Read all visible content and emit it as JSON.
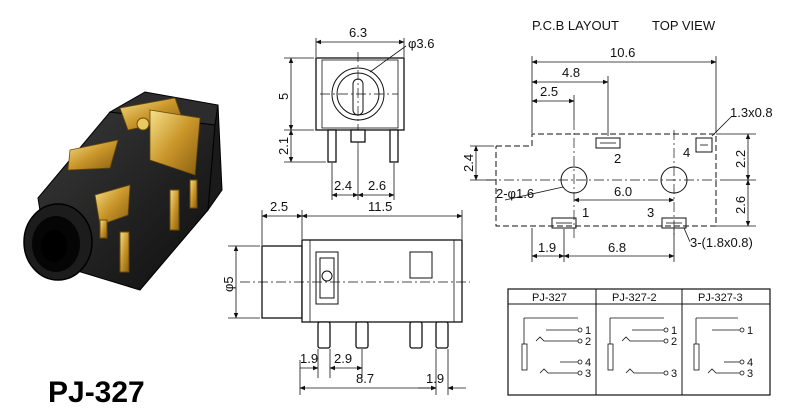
{
  "part_number": "PJ-327",
  "pcb_layout": {
    "title": "P.C.B LAYOUT",
    "view": "TOP VIEW"
  },
  "dimensions": {
    "width_6_3": "6.3",
    "dia_3_6": "φ3.6",
    "height_5": "5",
    "height_2_1": "2.1",
    "pin_2_4": "2.4",
    "pin_2_6": "2.6",
    "front_2_5": "2.5",
    "length_11_5": "11.5",
    "dia_5": "φ5",
    "pin_1_9_a": "1.9",
    "pin_2_9": "2.9",
    "pin_8_7": "8.7",
    "pin_1_9_b": "1.9",
    "pcb_10_6": "10.6",
    "pcb_4_8": "4.8",
    "pcb_2_5": "2.5",
    "pcb_slot": "1.3x0.8",
    "pcb_2_4": "2.4",
    "pcb_2_2": "2.2",
    "pcb_2_6": "2.6",
    "pcb_holes": "2-φ1.6",
    "pcb_6_0": "6.0",
    "pcb_1_9": "1.9",
    "pcb_6_8": "6.8",
    "pcb_pads": "3-(1.8x0.8)"
  },
  "pads": [
    "1",
    "2",
    "3",
    "4"
  ],
  "schematic_table": {
    "columns": [
      "PJ-327",
      "PJ-327-2",
      "PJ-327-3"
    ],
    "rows": [
      [
        "1",
        "2",
        "4",
        "3"
      ],
      [
        "1",
        "2",
        "3"
      ],
      [
        "1",
        "4",
        "3"
      ]
    ]
  }
}
